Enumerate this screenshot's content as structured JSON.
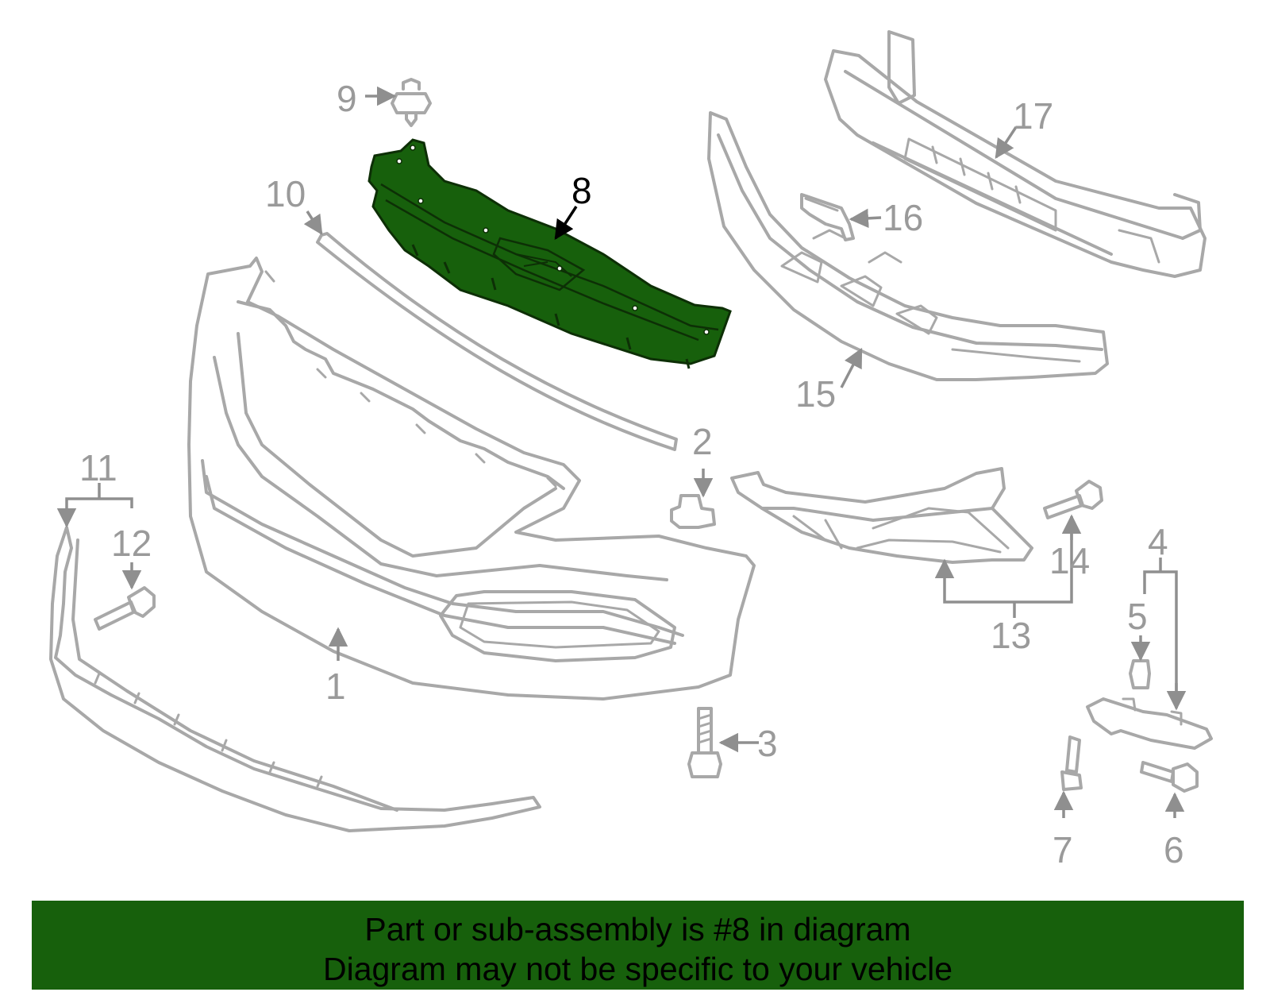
{
  "diagram": {
    "highlight_color": "#17600c",
    "highlighted_part": "8",
    "callouts": {
      "c1": "1",
      "c2": "2",
      "c3": "3",
      "c4": "4",
      "c5": "5",
      "c6": "6",
      "c7": "7",
      "c8": "8",
      "c9": "9",
      "c10": "10",
      "c11": "11",
      "c12": "12",
      "c13": "13",
      "c14": "14",
      "c15": "15",
      "c16": "16",
      "c17": "17"
    }
  },
  "banner": {
    "background": "#17600c",
    "line1": "Part or sub-assembly is #8 in diagram",
    "line2": "Diagram may not be specific to your vehicle"
  }
}
